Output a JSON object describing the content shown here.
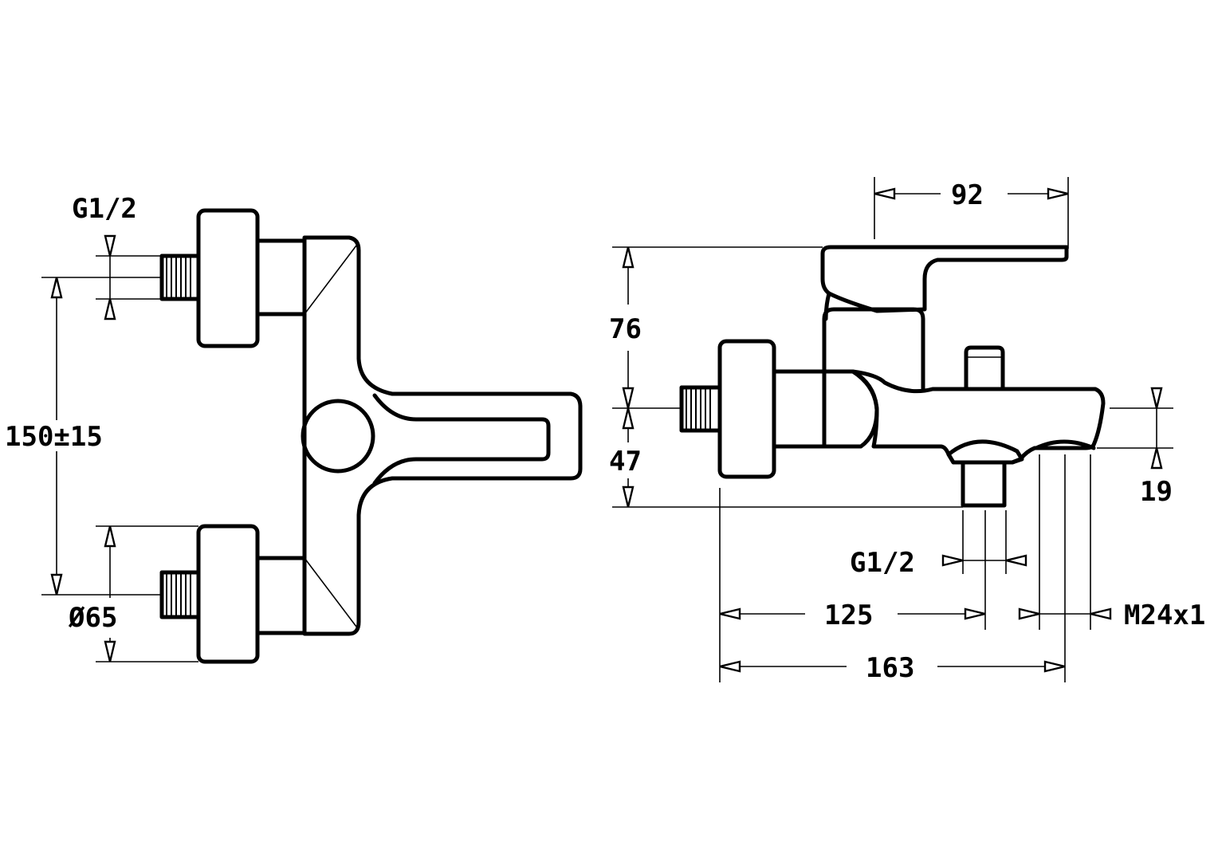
{
  "front_view": {
    "inlet_thread_label": "G1/2",
    "centre_distance_label": "150±15",
    "rosette_diameter_label": "Ø65"
  },
  "side_view": {
    "lever_length_label": "92",
    "lever_height_label": "76",
    "inlet_to_bottom_label": "47",
    "spout_height_label": "19",
    "outlet_thread_label": "G1/2",
    "outlet_offset_label": "125",
    "overall_depth_label": "163",
    "aerator_thread_label": "M24x1"
  }
}
